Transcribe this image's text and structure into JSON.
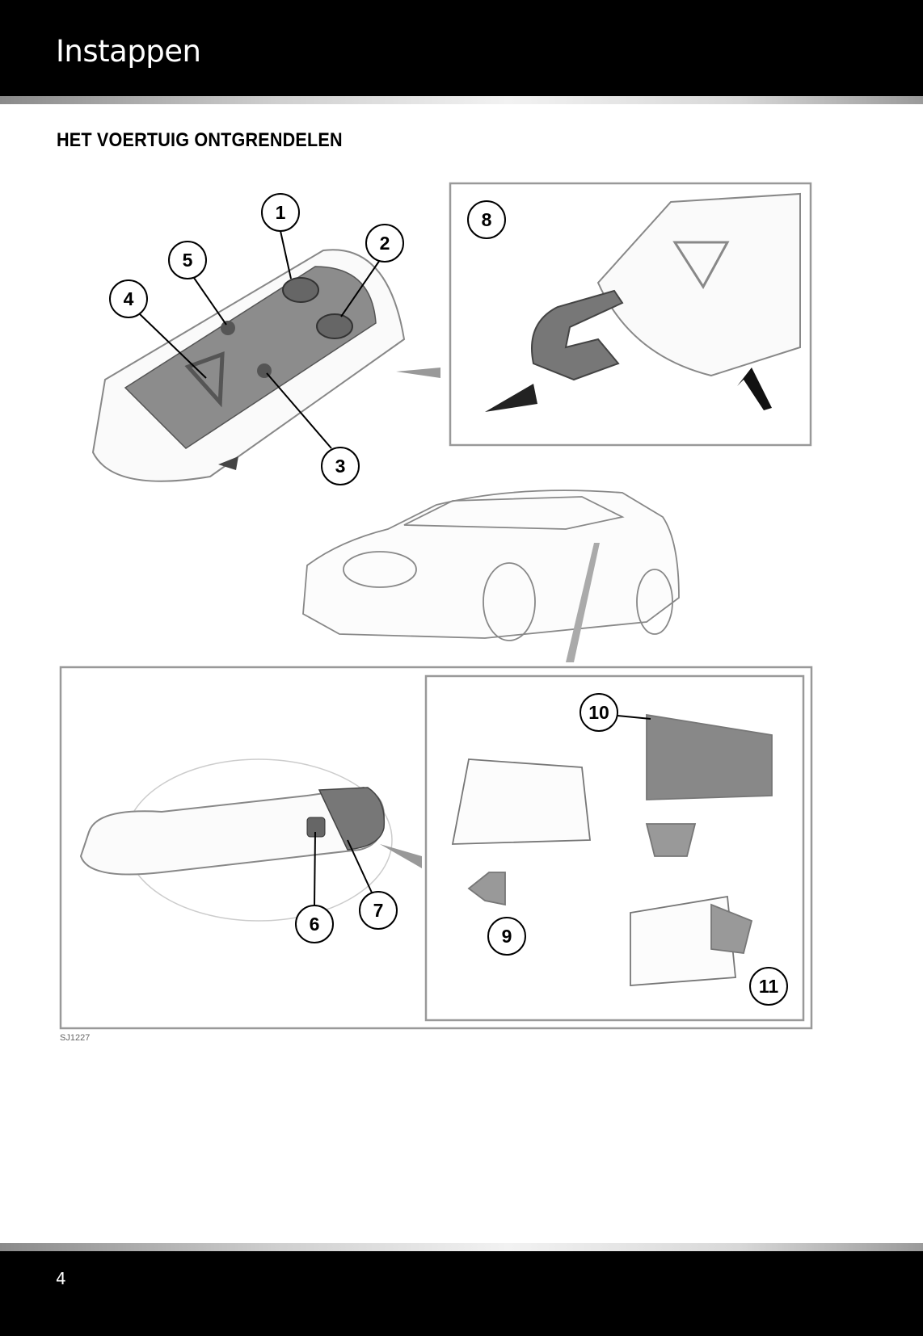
{
  "header": {
    "title": "Instappen"
  },
  "section": {
    "heading": "HET VOERTUIG ONTGRENDELEN"
  },
  "figure": {
    "code": "SJ1227",
    "callouts": [
      "1",
      "2",
      "3",
      "4",
      "5",
      "6",
      "7",
      "8",
      "9",
      "10",
      "11"
    ]
  },
  "footer": {
    "page_number": "4"
  }
}
